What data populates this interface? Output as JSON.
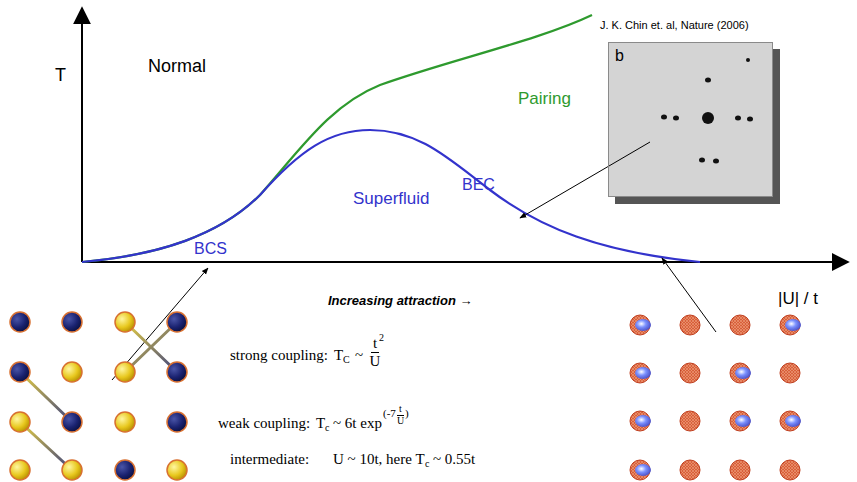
{
  "diagram": {
    "nodes": [
      {
        "text": [
          "b"
        ]
      }
    ],
    "labels": [
      "J. K. Chin et. al, Nature (2006)",
      "T",
      "Normal",
      "Pairing",
      "Superfluid",
      "BCS",
      "BEC",
      "|U| / t",
      "Increasing attraction →",
      "strong coupling:",
      "T",
      "C",
      "~",
      "t",
      "2",
      "U",
      "weak coupling:",
      "T",
      "c",
      "~ 6t exp",
      "(-7",
      "t",
      "U",
      ")",
      "intermediate:",
      "U ~ 10t, here T",
      "c",
      "~ 0.55t"
    ]
  }
}
